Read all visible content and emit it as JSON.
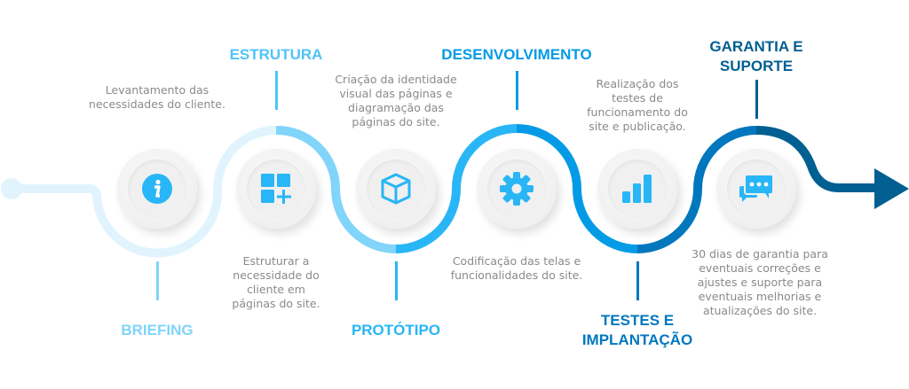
{
  "steps": [
    {
      "title": "BRIEFING",
      "desc": "Levantamento das necessidades do cliente.",
      "icon": "info-icon",
      "color": "#81d4fa"
    },
    {
      "title": "ESTRUTURA",
      "desc": "Estruturar a necessidade do cliente em páginas do site.",
      "icon": "add-grid-icon",
      "color": "#4fc3f7"
    },
    {
      "title": "PROTÓTIPO",
      "desc": "Criação da identidade visual das páginas e diagramação das páginas do site.",
      "icon": "cube-icon",
      "color": "#29b6f6"
    },
    {
      "title": "DESENVOLVIMENTO",
      "desc": "Codificação das telas e funcionalidades do site.",
      "icon": "gear-icon",
      "color": "#039be5"
    },
    {
      "title": "TESTES E IMPLANTAÇÃO",
      "desc": "Realização dos testes de funcionamento do site e publicação.",
      "icon": "bar-chart-icon",
      "color": "#0277bd"
    },
    {
      "title": "GARANTIA E SUPORTE",
      "desc": "30 dias de garantia para eventuais correções e ajustes e suporte para eventuais melhorias e atualizações do site.",
      "icon": "chat-icon",
      "color": "#015f91"
    }
  ],
  "colors": {
    "icon": "#29b6f6",
    "track_start": "#e1f4fd"
  }
}
